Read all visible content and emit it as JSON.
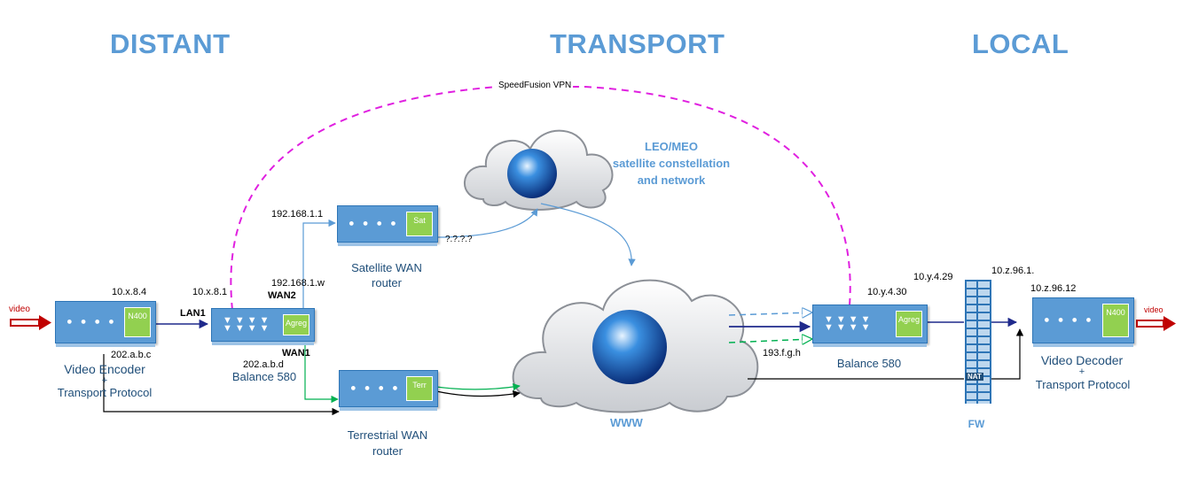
{
  "titles": {
    "distant": "DISTANT",
    "transport": "TRANSPORT",
    "local": "LOCAL"
  },
  "vpn_label": "SpeedFusion VPN",
  "clouds": {
    "satellite": {
      "line1": "LEO/MEO",
      "line2": "satellite constellation",
      "line3": "and network"
    },
    "www": "WWW"
  },
  "devices": {
    "encoder": {
      "badge": "N400",
      "caption1": "Video  Encoder",
      "caption_plus": "+",
      "caption2": "Transport Protocol"
    },
    "balance_left": {
      "badge": "Agreg",
      "caption": "Balance 580"
    },
    "sat_router": {
      "badge": "Sat",
      "caption1": "Satellite WAN",
      "caption2": "router"
    },
    "terr_router": {
      "badge": "Terr",
      "caption1": "Terrestrial WAN",
      "caption2": "router"
    },
    "balance_right": {
      "badge": "Agreg",
      "caption": "Balance 580"
    },
    "decoder": {
      "badge": "N400",
      "caption1": "Video Decoder",
      "caption_plus": "+",
      "caption2": "Transport Protocol"
    },
    "firewall": {
      "caption": "FW",
      "nat": "NAT"
    }
  },
  "labels": {
    "video_in": "video",
    "video_out": "video",
    "enc_ip": "10.x.8.4",
    "enc_wan": "202.a.b.c",
    "bal_lan_ip": "10.x.8.1",
    "lan1": "LAN1",
    "wan2": "WAN2",
    "wan2_ip": "192.168.1.w",
    "sat_ip": "192.168.1.1",
    "sat_public": "?.?.?.?",
    "wan1": "WAN1",
    "bal_wan_ip": "202.a.b.d",
    "right_bal_ip": "10.y.4.30",
    "right_public": "193.f.g.h",
    "fw_left_ip": "10.y.4.29",
    "fw_right_ip": "10.z.96.1.",
    "dec_ip": "10.z.96.12"
  }
}
